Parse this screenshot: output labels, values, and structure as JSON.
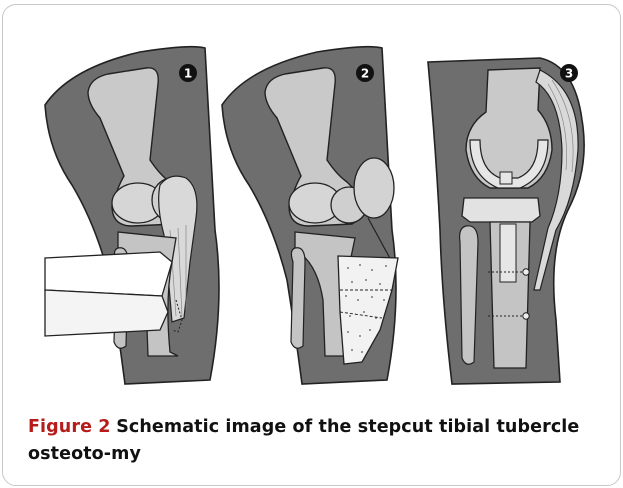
{
  "figure": {
    "panels": [
      {
        "number": "1"
      },
      {
        "number": "2"
      },
      {
        "number": "3"
      }
    ]
  },
  "caption": {
    "label": "Figure 2",
    "text": "Schematic image of the stepcut tibial tubercle osteoto-my"
  },
  "colors": {
    "caption_label": "#b71c1c",
    "soft_tissue": "#6e6e6e",
    "bone": "#c9c9c9",
    "bone_light": "#dcdcdc",
    "outline": "#222222"
  }
}
